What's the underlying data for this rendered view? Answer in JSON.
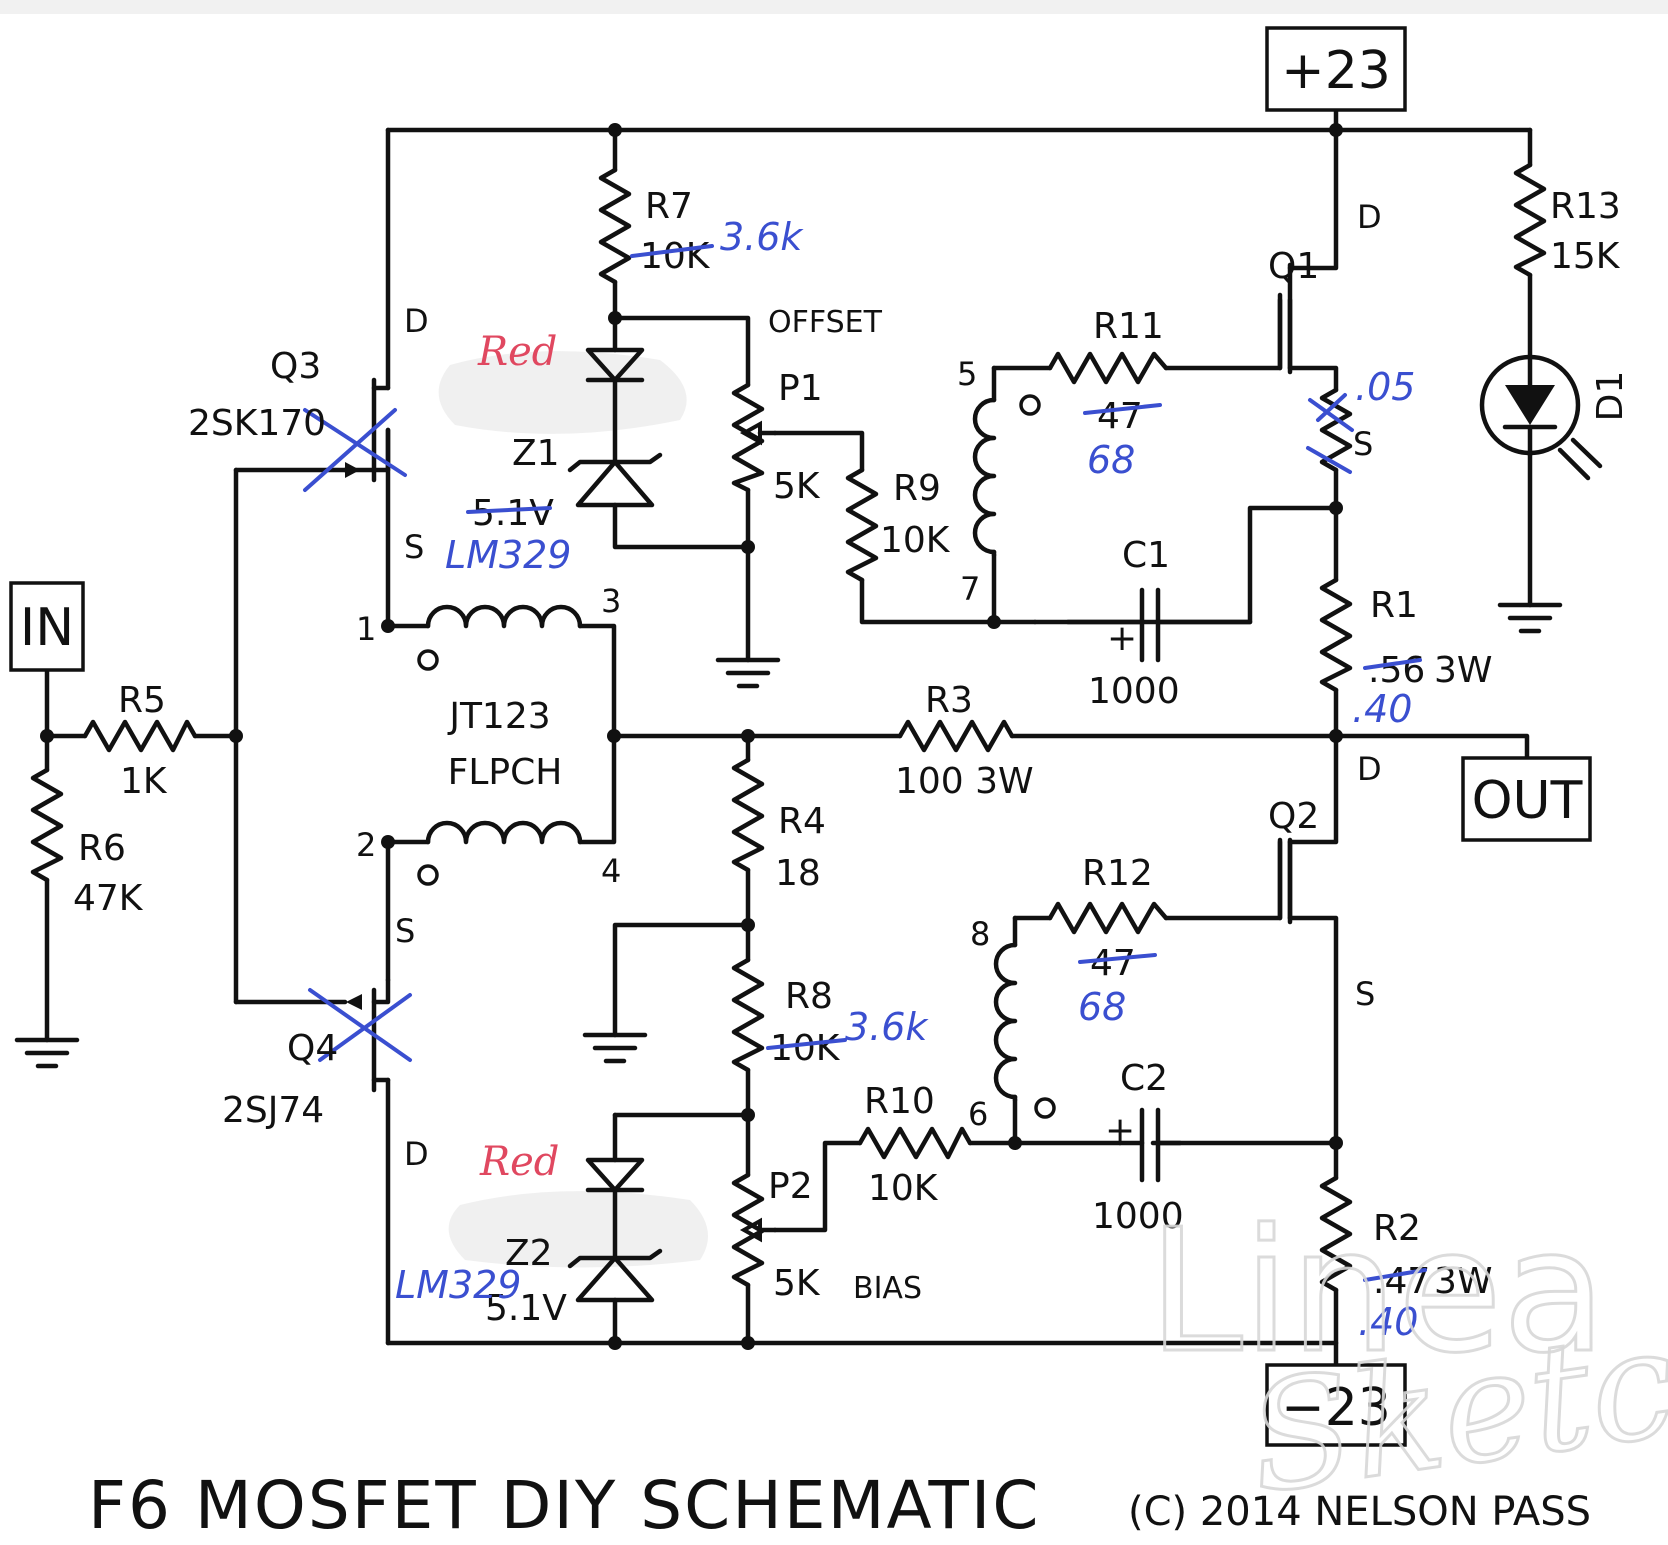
{
  "title": "F6 MOSFET DIY SCHEMATIC",
  "copyright": "(C) 2014 NELSON PASS",
  "watermark": {
    "line1": "Linea",
    "line2": "Sketch"
  },
  "terminals": {
    "input": "IN",
    "output": "OUT",
    "positive_rail": "+23",
    "negative_rail": "−23"
  },
  "components": {
    "R5": {
      "ref": "R5",
      "value": "1K"
    },
    "R6": {
      "ref": "R6",
      "value": "47K"
    },
    "Q3": {
      "ref": "Q3",
      "part": "2SK170"
    },
    "Q4": {
      "ref": "Q4",
      "part": "2SJ74"
    },
    "R7": {
      "ref": "R7",
      "value": "10K",
      "edit": "3.6k"
    },
    "R8": {
      "ref": "R8",
      "value": "10K",
      "edit": "3.6k"
    },
    "Z1": {
      "ref": "Z1",
      "value": "5.1V",
      "edit": "LM329",
      "led_note": "Red"
    },
    "Z2": {
      "ref": "Z2",
      "value": "5.1V",
      "edit": "LM329",
      "led_note": "Red"
    },
    "P1": {
      "ref": "P1",
      "value": "5K",
      "label": "OFFSET"
    },
    "P2": {
      "ref": "P2",
      "value": "5K",
      "label": "BIAS"
    },
    "R9": {
      "ref": "R9",
      "value": "10K"
    },
    "R10": {
      "ref": "R10",
      "value": "10K"
    },
    "R11": {
      "ref": "R11",
      "value": "47",
      "edit": "68"
    },
    "R12": {
      "ref": "R12",
      "value": "47",
      "edit": "68"
    },
    "C1": {
      "ref": "C1",
      "value": "1000",
      "polarity": "+"
    },
    "C2": {
      "ref": "C2",
      "value": "1000",
      "polarity": "+"
    },
    "Q1": {
      "ref": "Q1"
    },
    "Q2": {
      "ref": "Q2"
    },
    "R1": {
      "ref": "R1",
      "value": ".56",
      "power": "3W",
      "edit": ".40"
    },
    "R2": {
      "ref": "R2",
      "value": ".47",
      "power": "3W",
      "edit": ".40"
    },
    "R3": {
      "ref": "R3",
      "value": "100 3W"
    },
    "R4": {
      "ref": "R4",
      "value": "18"
    },
    "R13": {
      "ref": "R13",
      "value": "15K"
    },
    "D1": {
      "ref": "D1"
    },
    "T1": {
      "line1": "JT123",
      "line2": "FLPCH"
    }
  },
  "source_edit": ".05",
  "pins": {
    "D": "D",
    "S": "S",
    "t1": "1",
    "t2": "2",
    "t3": "3",
    "t4": "4",
    "t5": "5",
    "t6": "6",
    "t7": "7",
    "t8": "8"
  }
}
